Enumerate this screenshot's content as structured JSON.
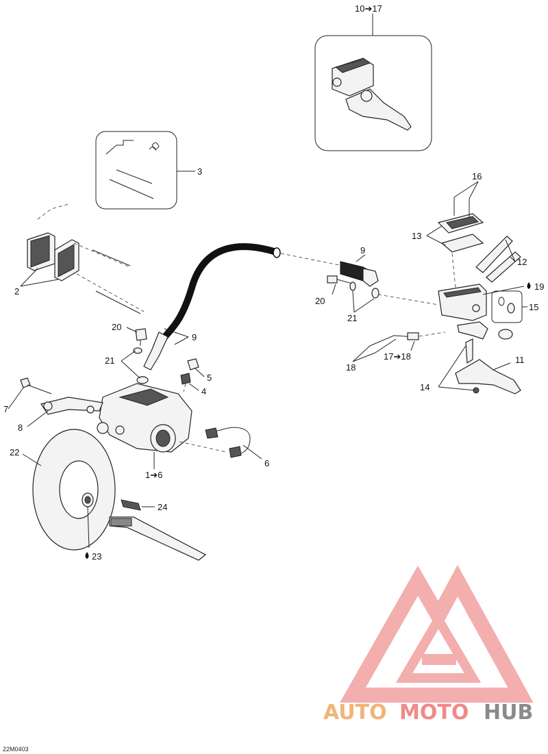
{
  "diagram_code": "22M0403",
  "callouts": {
    "c10_17": "10➔17",
    "c3": "3",
    "c16": "16",
    "c13": "13",
    "c12": "12",
    "c9_top": "9",
    "c19": "19",
    "c15": "15",
    "c20_right": "20",
    "c21_right": "21",
    "c2": "2",
    "c11": "11",
    "c20_left": "20",
    "c9_left": "9",
    "c17_18": "17➔18",
    "c18": "18",
    "c21_left": "21",
    "c5": "5",
    "c14": "14",
    "c4": "4",
    "c7": "7",
    "c8": "8",
    "c22": "22",
    "c6": "6",
    "c1_6": "1➔6",
    "c24": "24",
    "c23": "23"
  },
  "watermark": {
    "part1": "AUTO",
    "part2": "MOTO",
    "part3": "HUB",
    "color_orange": "#f0b47a",
    "color_red": "#f08a8a",
    "color_grey": "#8a8a8a"
  },
  "icons": {
    "drop": "oil-drop-icon"
  }
}
